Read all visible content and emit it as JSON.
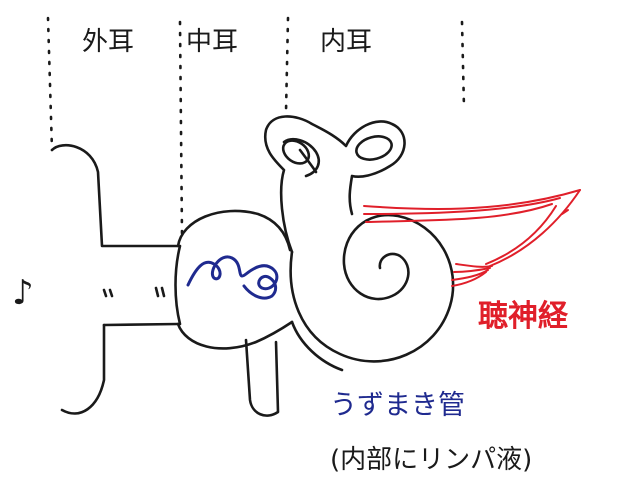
{
  "labels": {
    "outer_ear": "外耳",
    "middle_ear": "中耳",
    "inner_ear": "内耳",
    "auditory_nerve": "聴神経",
    "cochlea": "うずまき管",
    "lymph_note": "(内部にリンパ液)"
  },
  "sound_symbol": "♪",
  "colors": {
    "ink": "#1a1a1a",
    "nerve": "#e01f2a",
    "ossicles": "#1f2a8f"
  }
}
